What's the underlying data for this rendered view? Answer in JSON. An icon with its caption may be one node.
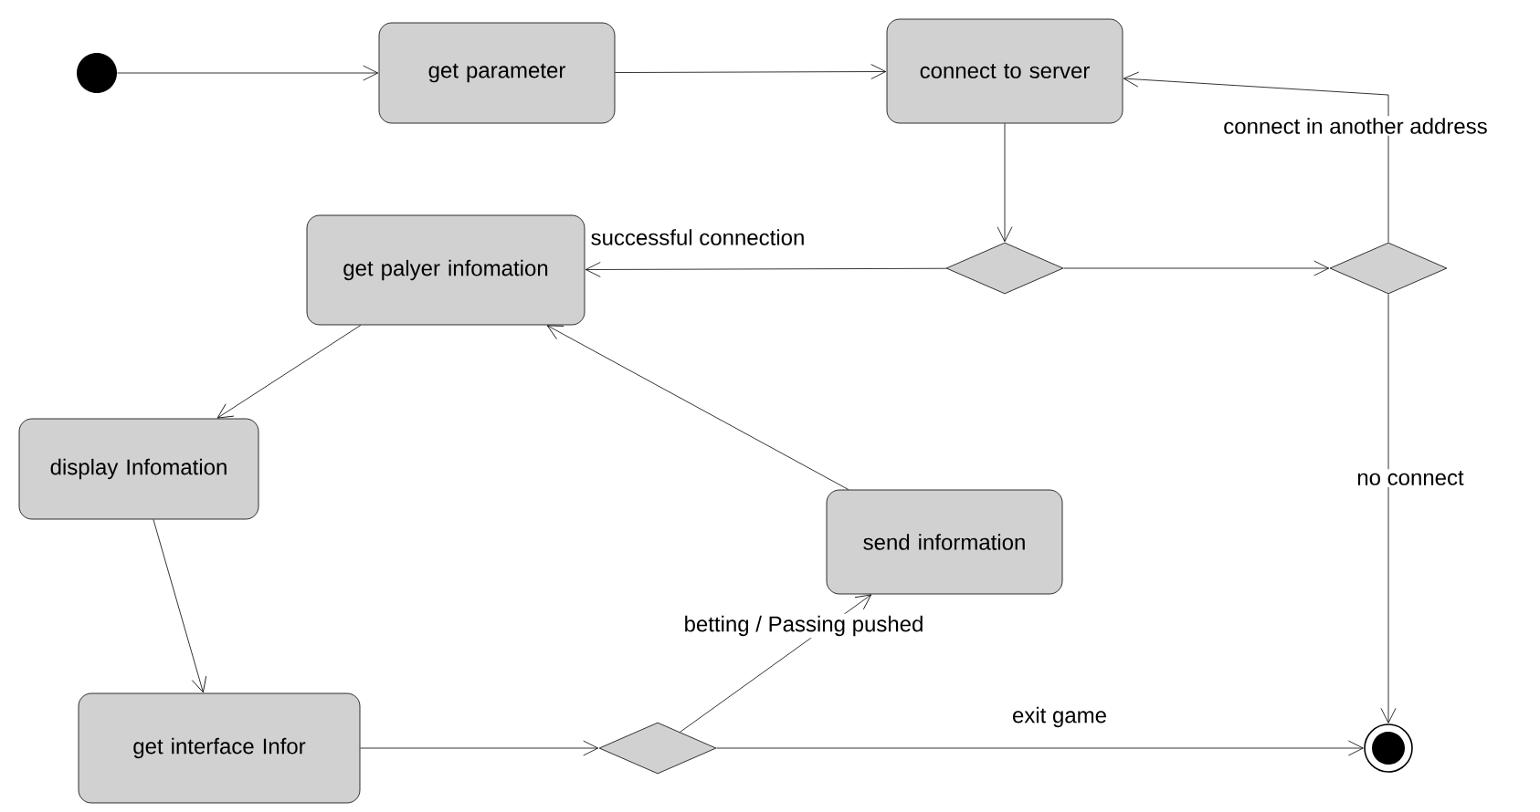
{
  "diagram": {
    "nodes": [
      {
        "text": [],
        "shape": "circle"
      },
      {
        "text": [
          "get parameter"
        ]
      },
      {
        "text": [
          "connect to server"
        ]
      },
      {
        "text": [],
        "shape": "diamond"
      },
      {
        "text": [],
        "shape": "diamond"
      },
      {
        "text": [
          "get palyer infomation"
        ]
      },
      {
        "text": [
          "display Infomation"
        ]
      },
      {
        "text": [
          "send information"
        ]
      },
      {
        "text": [
          "get interface Infor"
        ]
      },
      {
        "text": [],
        "shape": "diamond"
      },
      {
        "text": [],
        "shape": "bullseye"
      }
    ],
    "edges": [
      {
        "from": 0,
        "to": 1,
        "arrow": "to"
      },
      {
        "from": 1,
        "to": 2,
        "arrow": "to"
      },
      {
        "from": 2,
        "to": 3,
        "arrow": "to"
      },
      {
        "from": 3,
        "to": 5,
        "arrow": "to",
        "label": "successful connection"
      },
      {
        "from": 3,
        "to": 4,
        "arrow": "to"
      },
      {
        "from": 4,
        "to": 2,
        "arrow": "to",
        "label": "connect in another address"
      },
      {
        "from": 4,
        "to": 10,
        "arrow": "to",
        "label": "no connect"
      },
      {
        "from": 5,
        "to": 6,
        "arrow": "to"
      },
      {
        "from": 6,
        "to": 8,
        "arrow": "to"
      },
      {
        "from": 8,
        "to": 9,
        "arrow": "to"
      },
      {
        "from": 9,
        "to": 7,
        "arrow": "to",
        "label": "betting / Passing pushed"
      },
      {
        "from": 7,
        "to": 5,
        "arrow": "to"
      },
      {
        "from": 9,
        "to": 10,
        "arrow": "to",
        "label": "exit game"
      }
    ]
  }
}
